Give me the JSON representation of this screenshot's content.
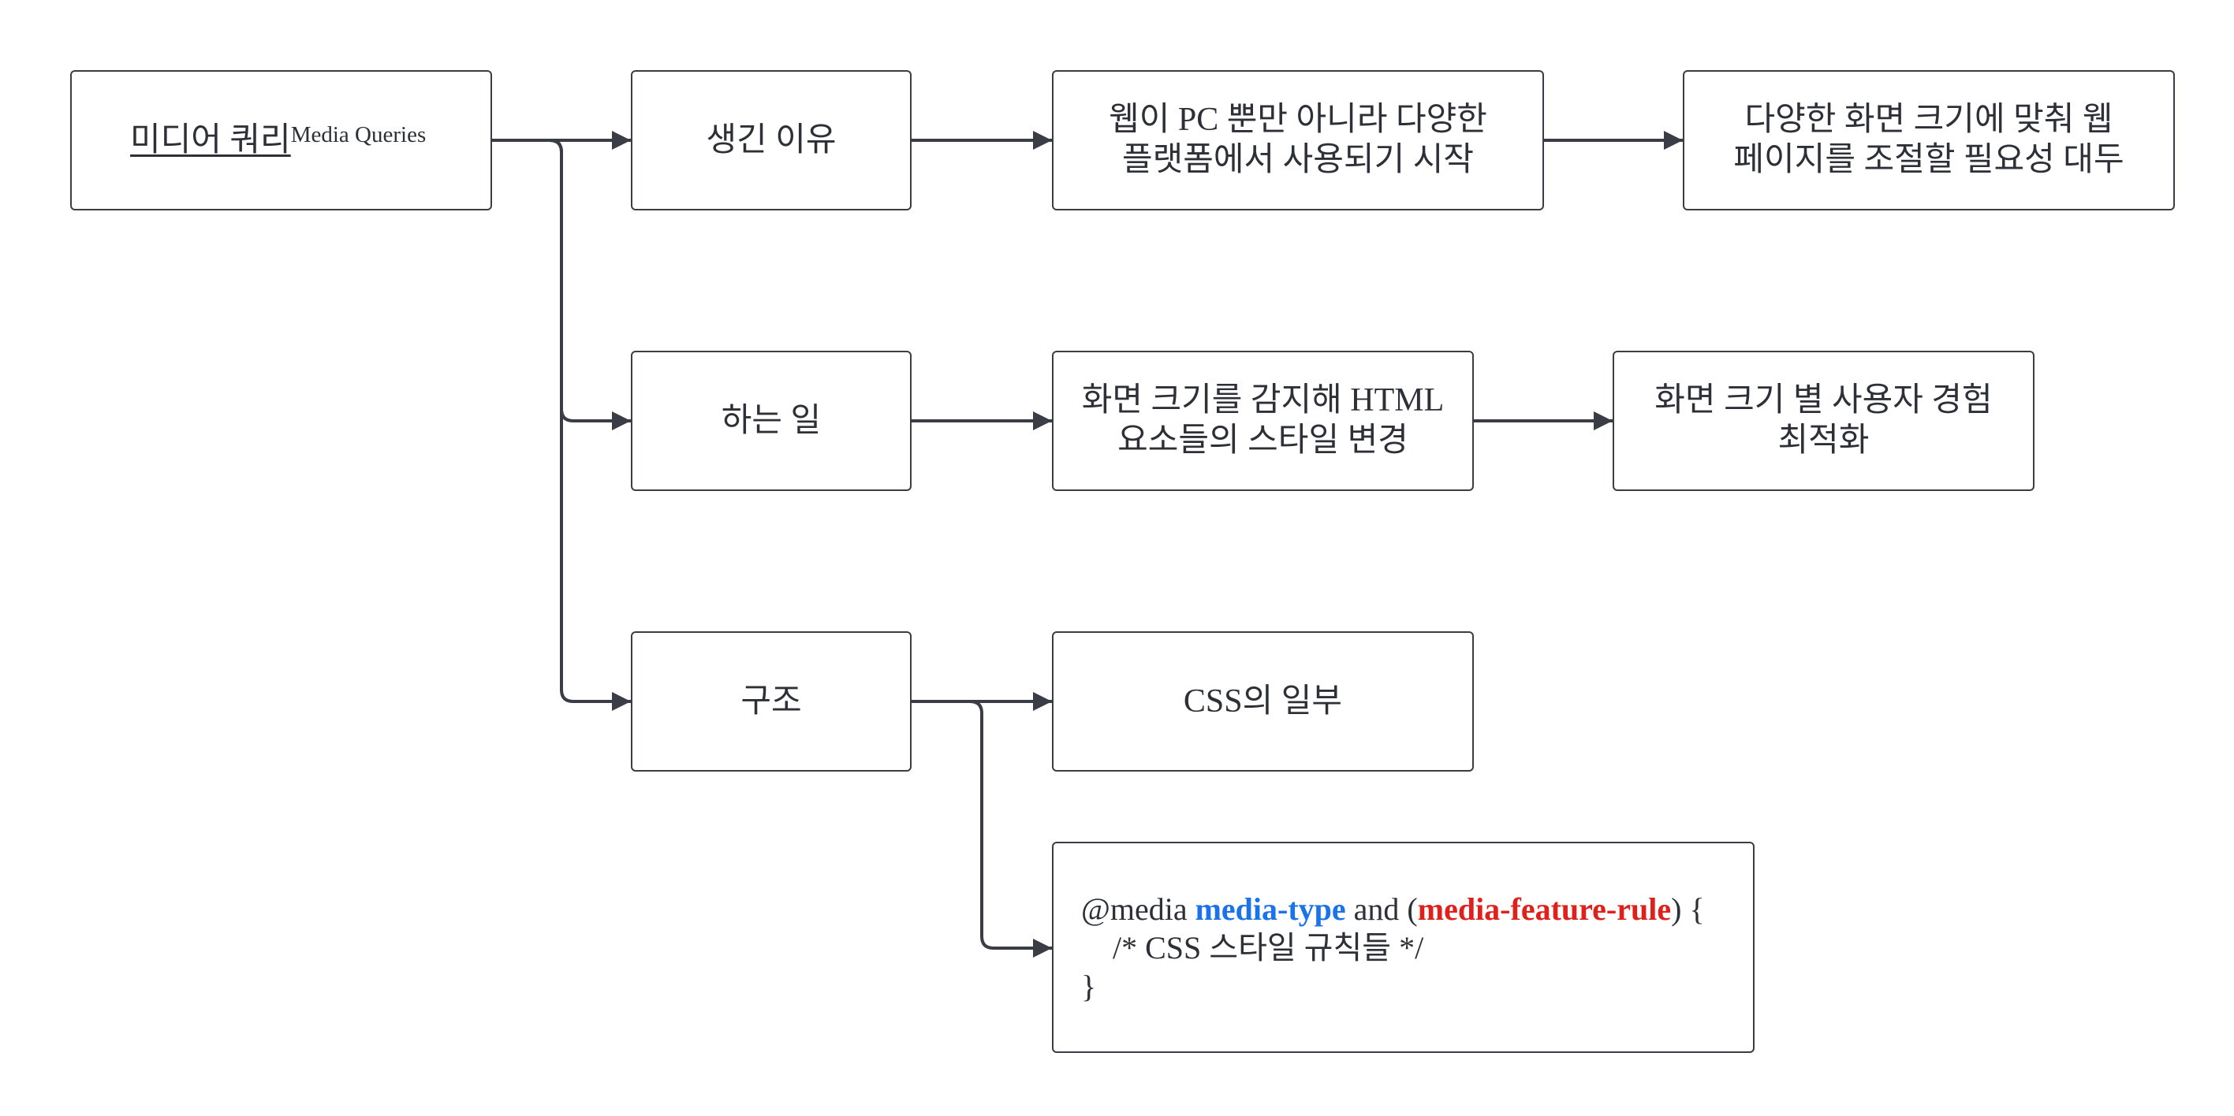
{
  "diagram": {
    "root": {
      "title": "미디어 쿼리",
      "subtitle": "Media Queries"
    },
    "branches": {
      "reason": {
        "label": "생긴 이유",
        "step1": {
          "line1": "웹이 PC 뿐만 아니라 다양한",
          "line2": "플랫폼에서 사용되기 시작"
        },
        "step2": {
          "line1": "다양한 화면 크기에 맞춰 웹",
          "line2": "페이지를 조절할 필요성 대두"
        }
      },
      "role": {
        "label": "하는 일",
        "step1": {
          "line1": "화면 크기를 감지해 HTML",
          "line2": "요소들의 스타일 변경"
        },
        "step2": {
          "line1": "화면 크기 별 사용자 경험",
          "line2": "최적화"
        }
      },
      "structure": {
        "label": "구조",
        "step1": {
          "text": "CSS의 일부"
        },
        "code": {
          "at_rule": "@media",
          "media_type": "media-type",
          "and": "and",
          "paren_open": "(",
          "feature_rule": "media-feature-rule",
          "paren_close_brace": ") {",
          "body": "/* CSS 스타일 규칙들 */",
          "close": "}"
        }
      }
    }
  },
  "colors": {
    "line": "#3a3d45",
    "text": "#2d3037",
    "media_type": "#1a73e8",
    "feature_rule": "#e0201b"
  }
}
